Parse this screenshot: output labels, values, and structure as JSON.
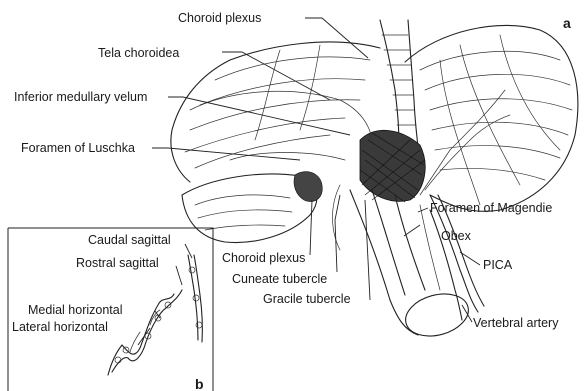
{
  "panel_a": {
    "letter": "a",
    "labels": {
      "choroid_plexus_top": "Choroid plexus",
      "tela_choroidea": "Tela choroidea",
      "inferior_medullary_velum": "Inferior medullary velum",
      "foramen_of_luschka": "Foramen of Luschka",
      "choroid_plexus_bottom": "Choroid plexus",
      "cuneate_tubercle": "Cuneate tubercle",
      "gracile_tubercle": "Gracile tubercle",
      "foramen_of_magendie": "Foramen of Magendie",
      "obex": "Obex",
      "pica": "PICA",
      "vertebral_artery": "Vertebral artery"
    }
  },
  "panel_b": {
    "letter": "b",
    "labels": {
      "caudal_sagittal": "Caudal sagittal",
      "rostral_sagittal": "Rostral sagittal",
      "medial_horizontal": "Medial horizontal",
      "lateral_horizontal": "Lateral horizontal"
    }
  }
}
